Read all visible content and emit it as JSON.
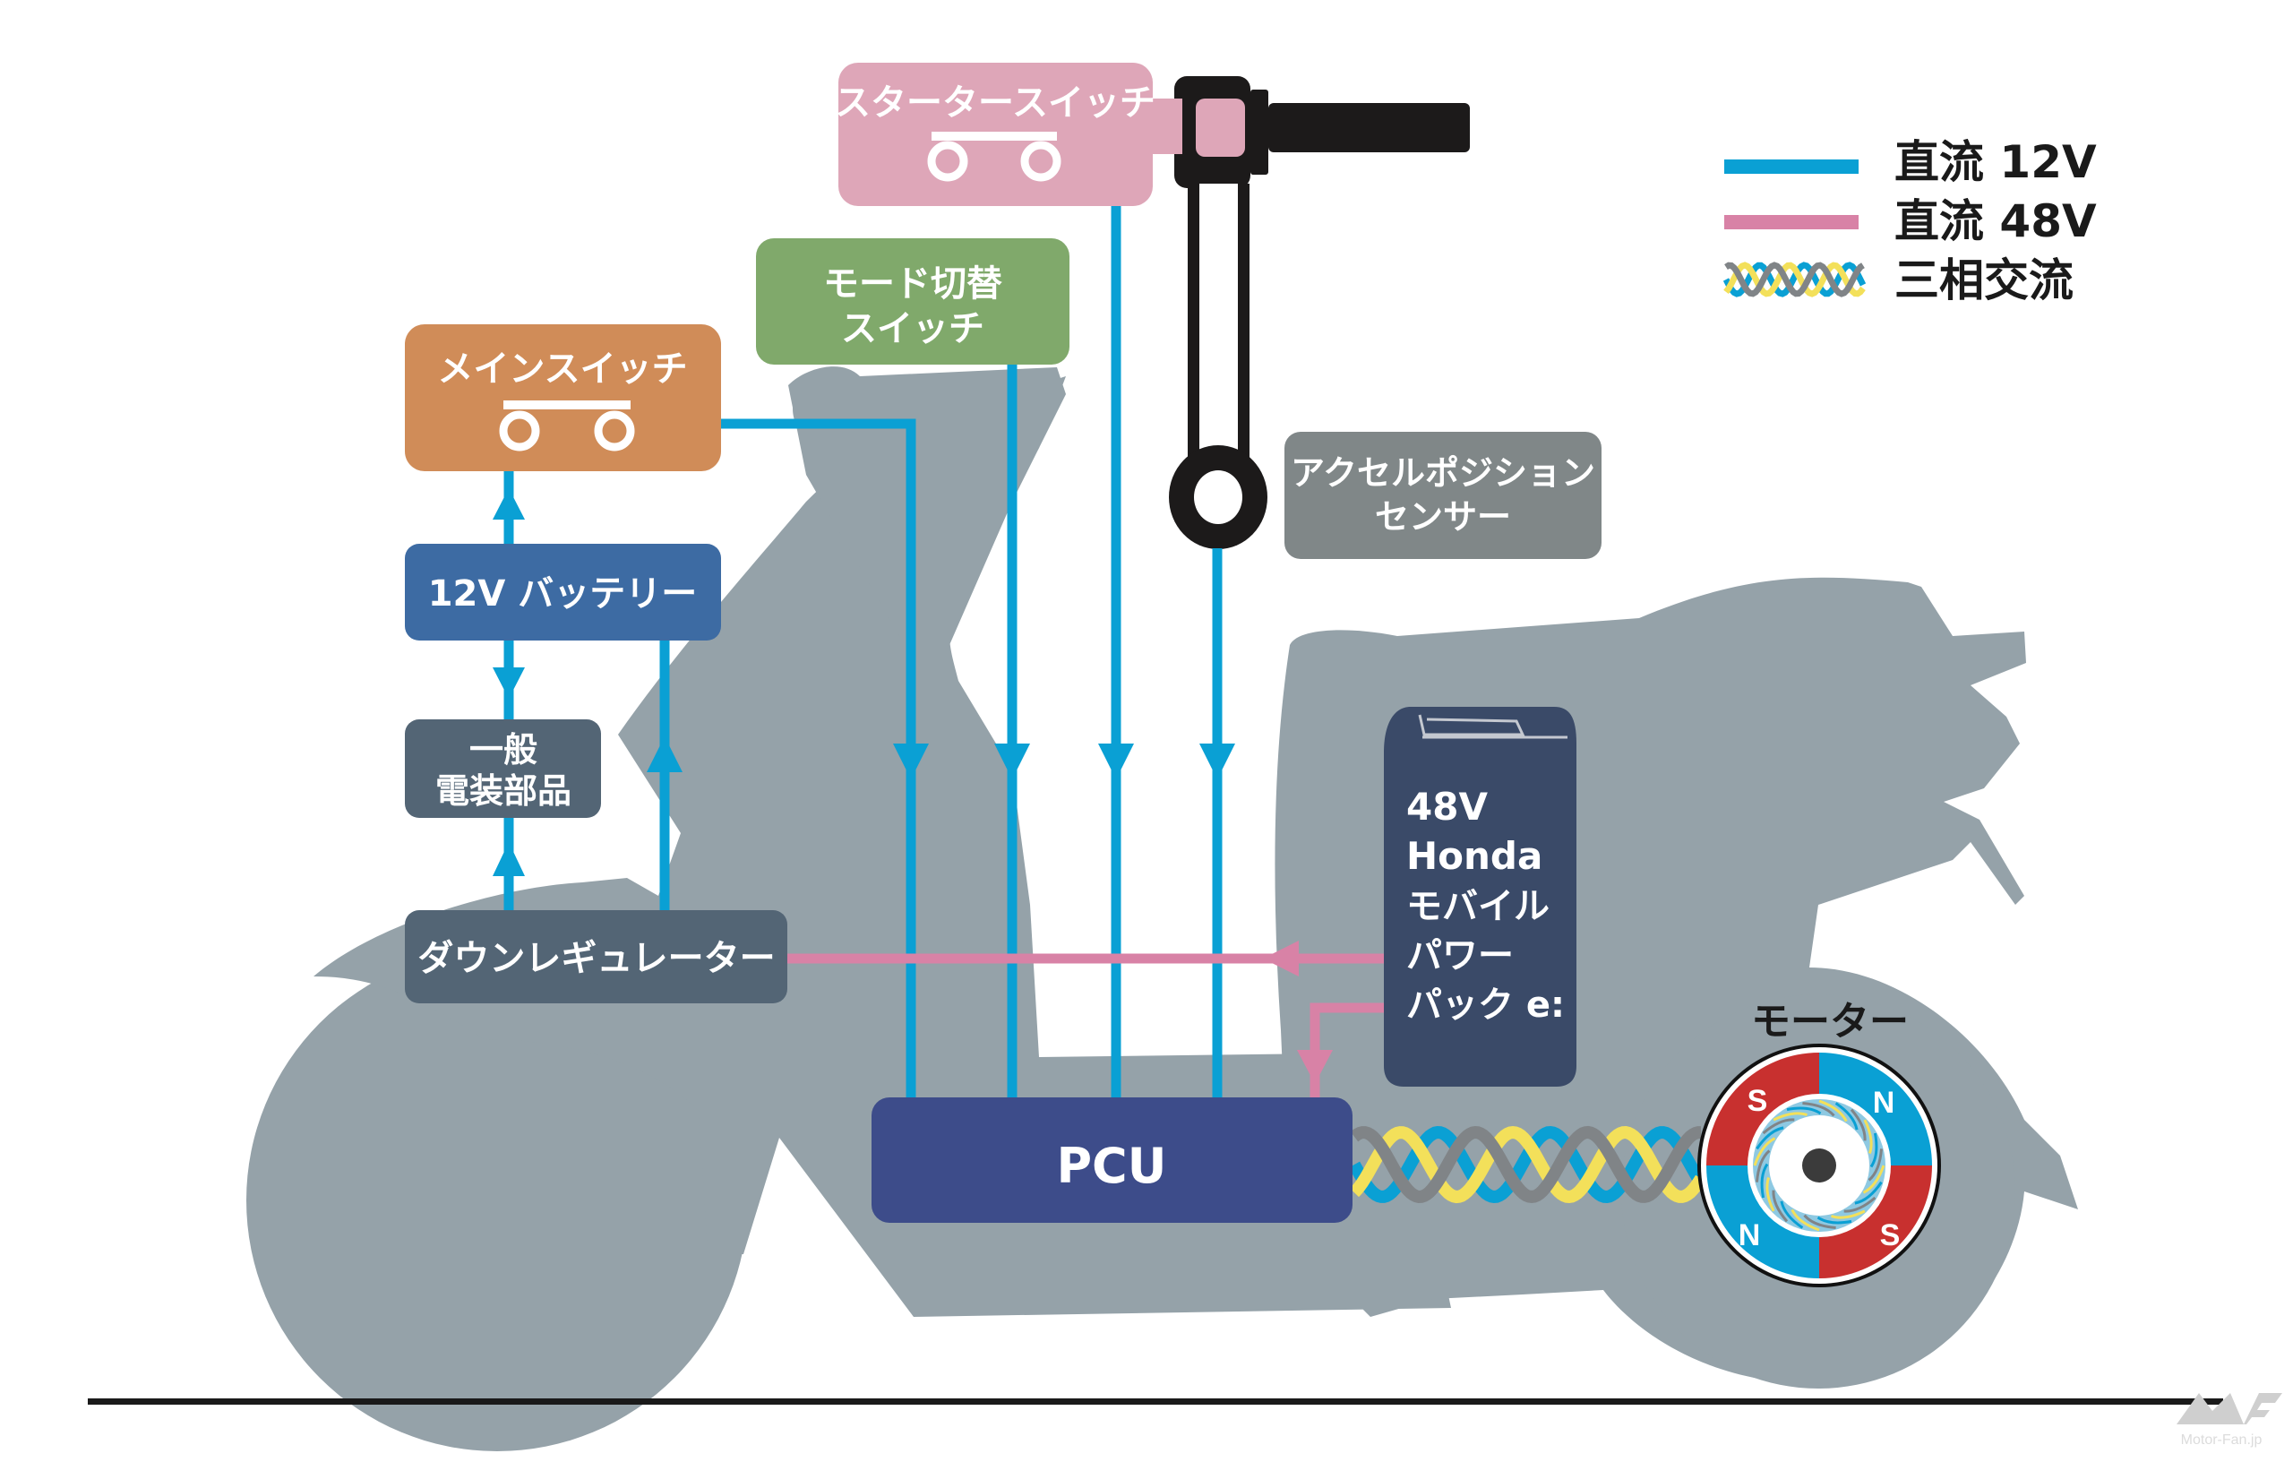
{
  "diagram": {
    "title": "Honda 48V e-scooter electrical system diagram",
    "colors": {
      "dc12v": "#0aa0d4",
      "dc48v": "#d882a6",
      "ac3_yellow": "#f3e05a",
      "ac3_blue": "#0aa0d4",
      "ac3_gray": "#808487",
      "silhouette": "#95a2a9",
      "motor_red": "#c8302f",
      "motor_blue": "#0aa0d4"
    },
    "legend": {
      "items": [
        {
          "key": "dc12v",
          "label": "直流 12V"
        },
        {
          "key": "dc48v",
          "label": "直流 48V"
        },
        {
          "key": "ac3",
          "label": "三相交流"
        }
      ]
    },
    "boxes": {
      "starter_switch": {
        "label": "スタータースイッチ",
        "color": "#dea6b8"
      },
      "mode_switch": {
        "line1": "モード切替",
        "line2": "スイッチ",
        "color": "#80a96b"
      },
      "main_switch": {
        "label": "メインスイッチ",
        "color": "#d08c58"
      },
      "battery_12v": {
        "label": "12V バッテリー",
        "color": "#3d6ba3"
      },
      "general_electrics": {
        "line1": "一般",
        "line2": "電装部品",
        "color": "#536575"
      },
      "down_regulator": {
        "label": "ダウンレギュレーター",
        "color": "#536575"
      },
      "accel_sensor": {
        "line1": "アクセルポジション",
        "line2": "センサー",
        "color": "#808788"
      },
      "power_pack": {
        "lines": [
          "48V",
          "Honda",
          "モバイル",
          "パワー",
          "パック e:"
        ],
        "color": "#3a4a68"
      },
      "pcu": {
        "label": "PCU",
        "color": "#3d4c8a"
      }
    },
    "motor": {
      "label": "モーター",
      "poles": [
        "S",
        "N",
        "N",
        "S"
      ]
    },
    "watermark": {
      "logo": "MF",
      "text": "Motor-Fan.jp"
    }
  }
}
